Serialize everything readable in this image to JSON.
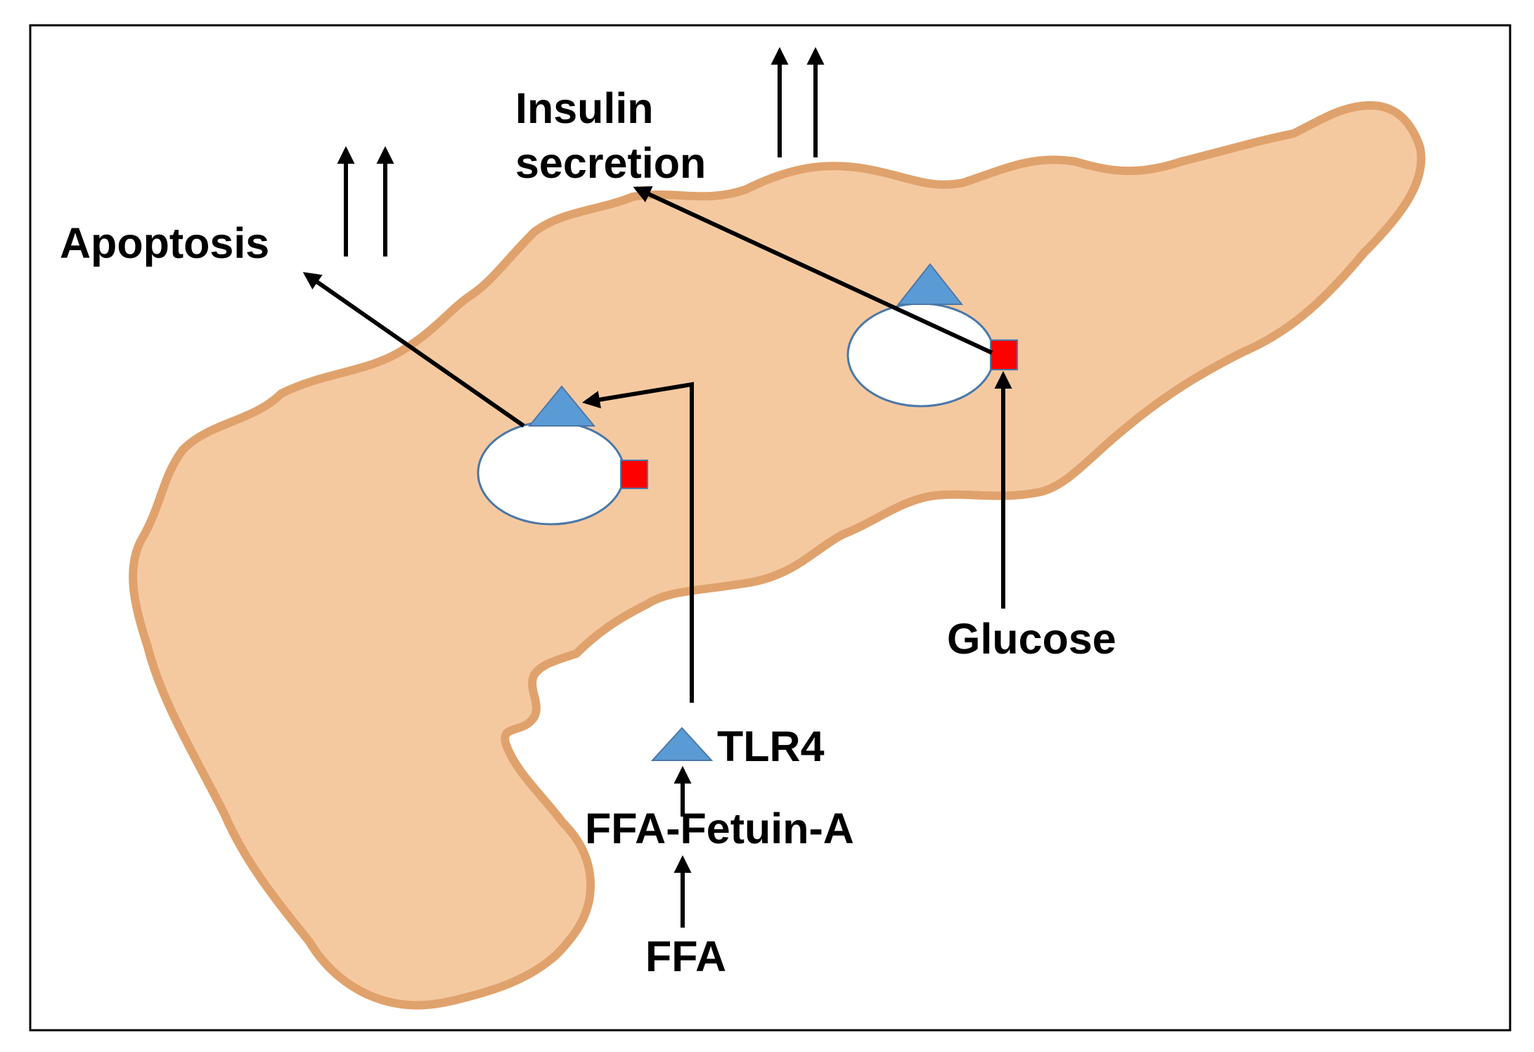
{
  "labels": {
    "insulin_line1": "Insulin",
    "insulin_line2": "secretion",
    "apoptosis": "Apoptosis",
    "glucose": "Glucose",
    "tlr4": "TLR4",
    "ffa_fetuin": "FFA-Fetuin-A",
    "ffa": "FFA"
  },
  "colors": {
    "pancreas_fill": "#f5c9a0",
    "pancreas_outline": "#e0a26c",
    "cell_fill": "#ffffff",
    "cell_outline": "#4a78a8",
    "receptor_triangle": "#5b9bd5",
    "glucose_receptor": "#ff0000",
    "arrow": "#000000",
    "frame": "#000000"
  },
  "icons": {
    "receptor": "blue-triangle",
    "glucose_receptor": "red-square",
    "beta_cell": "white-ellipse"
  }
}
